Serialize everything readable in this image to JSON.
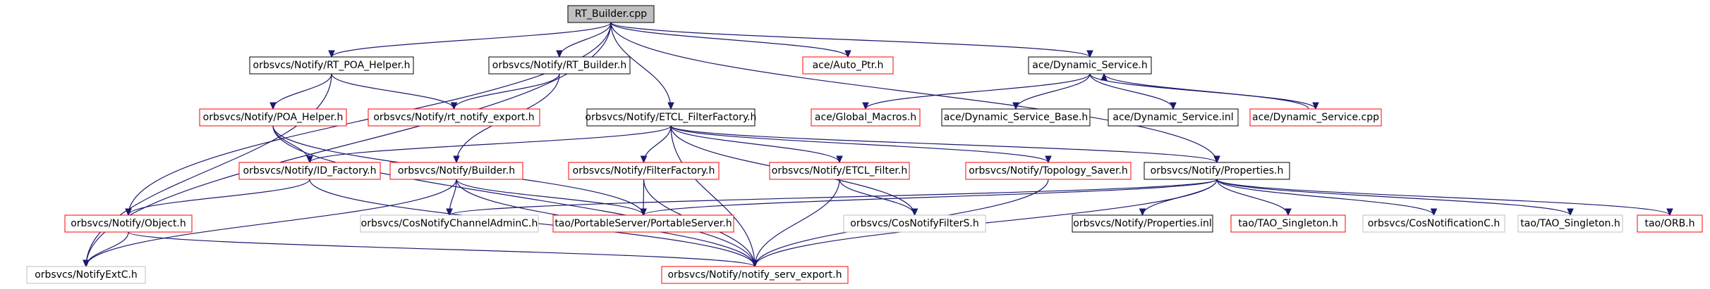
{
  "colors": {
    "root_fill": "#bfbfbf",
    "black_border": "#000000",
    "red_border": "#ff0000",
    "gray_border": "#bfbfbf",
    "edge": "#191970"
  },
  "nodes": [
    {
      "id": "root",
      "label": "RT_Builder.cpp",
      "kind": "root"
    },
    {
      "id": "rtpoa",
      "label": "orbsvcs/Notify/RT_POA_Helper.h",
      "kind": "black"
    },
    {
      "id": "rtbuilderh",
      "label": "orbsvcs/Notify/RT_Builder.h",
      "kind": "black"
    },
    {
      "id": "autoptr",
      "label": "ace/Auto_Ptr.h",
      "kind": "red"
    },
    {
      "id": "dynsvc",
      "label": "ace/Dynamic_Service.h",
      "kind": "black"
    },
    {
      "id": "poahelper",
      "label": "orbsvcs/Notify/POA_Helper.h",
      "kind": "red"
    },
    {
      "id": "rtexport",
      "label": "orbsvcs/Notify/rt_notify_export.h",
      "kind": "red"
    },
    {
      "id": "etclff",
      "label": "orbsvcs/Notify/ETCL_FilterFactory.h",
      "kind": "black"
    },
    {
      "id": "globalmacros",
      "label": "ace/Global_Macros.h",
      "kind": "red"
    },
    {
      "id": "dynbase",
      "label": "ace/Dynamic_Service_Base.h",
      "kind": "black"
    },
    {
      "id": "dyninl",
      "label": "ace/Dynamic_Service.inl",
      "kind": "black"
    },
    {
      "id": "dyncpp",
      "label": "ace/Dynamic_Service.cpp",
      "kind": "red"
    },
    {
      "id": "idfactory",
      "label": "orbsvcs/Notify/ID_Factory.h",
      "kind": "red"
    },
    {
      "id": "builder",
      "label": "orbsvcs/Notify/Builder.h",
      "kind": "red"
    },
    {
      "id": "filterfactory",
      "label": "orbsvcs/Notify/FilterFactory.h",
      "kind": "red"
    },
    {
      "id": "etclfilter",
      "label": "orbsvcs/Notify/ETCL_Filter.h",
      "kind": "red"
    },
    {
      "id": "topsaver",
      "label": "orbsvcs/Notify/Topology_Saver.h",
      "kind": "red"
    },
    {
      "id": "props",
      "label": "orbsvcs/Notify/Properties.h",
      "kind": "black"
    },
    {
      "id": "object",
      "label": "orbsvcs/Notify/Object.h",
      "kind": "red"
    },
    {
      "id": "channeladmin",
      "label": "orbsvcs/CosNotifyChannelAdminC.h",
      "kind": "gray"
    },
    {
      "id": "portableserver",
      "label": "tao/PortableServer/PortableServer.h",
      "kind": "red"
    },
    {
      "id": "filters",
      "label": "orbsvcs/CosNotifyFilterS.h",
      "kind": "gray"
    },
    {
      "id": "propsinl",
      "label": "orbsvcs/Notify/Properties.inl",
      "kind": "black"
    },
    {
      "id": "taosingleton",
      "label": "tao/TAO_Singleton.h",
      "kind": "red"
    },
    {
      "id": "cosnotif",
      "label": "orbsvcs/CosNotificationC.h",
      "kind": "gray"
    },
    {
      "id": "taosingleton2",
      "label": "tao/TAO_Singleton.h",
      "kind": "gray"
    },
    {
      "id": "orb",
      "label": "tao/ORB.h",
      "kind": "red"
    },
    {
      "id": "notifyext",
      "label": "orbsvcs/NotifyExtC.h",
      "kind": "gray"
    },
    {
      "id": "servexport",
      "label": "orbsvcs/Notify/notify_serv_export.h",
      "kind": "red"
    }
  ],
  "edges": [
    [
      "root",
      "rtpoa"
    ],
    [
      "root",
      "rtbuilderh"
    ],
    [
      "root",
      "autoptr"
    ],
    [
      "root",
      "dynsvc"
    ],
    [
      "root",
      "etclff"
    ],
    [
      "root",
      "object"
    ],
    [
      "root",
      "notifyext"
    ],
    [
      "root",
      "props"
    ],
    [
      "rtpoa",
      "poahelper"
    ],
    [
      "rtpoa",
      "rtexport"
    ],
    [
      "rtpoa",
      "notifyext"
    ],
    [
      "rtbuilderh",
      "rtexport"
    ],
    [
      "rtbuilderh",
      "builder"
    ],
    [
      "dynsvc",
      "globalmacros"
    ],
    [
      "dynsvc",
      "dynbase"
    ],
    [
      "dynsvc",
      "dyninl"
    ],
    [
      "dynsvc",
      "dyncpp"
    ],
    [
      "dyncpp",
      "dynsvc"
    ],
    [
      "poahelper",
      "idfactory"
    ],
    [
      "poahelper",
      "portableserver"
    ],
    [
      "poahelper",
      "servexport"
    ],
    [
      "etclff",
      "idfactory"
    ],
    [
      "etclff",
      "filterfactory"
    ],
    [
      "etclff",
      "etclfilter"
    ],
    [
      "etclff",
      "topsaver"
    ],
    [
      "etclff",
      "props"
    ],
    [
      "etclff",
      "filters"
    ],
    [
      "etclff",
      "servexport"
    ],
    [
      "idfactory",
      "object"
    ],
    [
      "idfactory",
      "servexport"
    ],
    [
      "builder",
      "channeladmin"
    ],
    [
      "builder",
      "portableserver"
    ],
    [
      "builder",
      "notifyext"
    ],
    [
      "builder",
      "servexport"
    ],
    [
      "filterfactory",
      "portableserver"
    ],
    [
      "filterfactory",
      "servexport"
    ],
    [
      "etclfilter",
      "filters"
    ],
    [
      "etclfilter",
      "servexport"
    ],
    [
      "topsaver",
      "servexport"
    ],
    [
      "props",
      "channeladmin"
    ],
    [
      "props",
      "portableserver"
    ],
    [
      "props",
      "propsinl"
    ],
    [
      "props",
      "taosingleton"
    ],
    [
      "props",
      "cosnotif"
    ],
    [
      "props",
      "taosingleton2"
    ],
    [
      "props",
      "orb"
    ],
    [
      "props",
      "servexport"
    ],
    [
      "object",
      "notifyext"
    ],
    [
      "object",
      "servexport"
    ]
  ]
}
